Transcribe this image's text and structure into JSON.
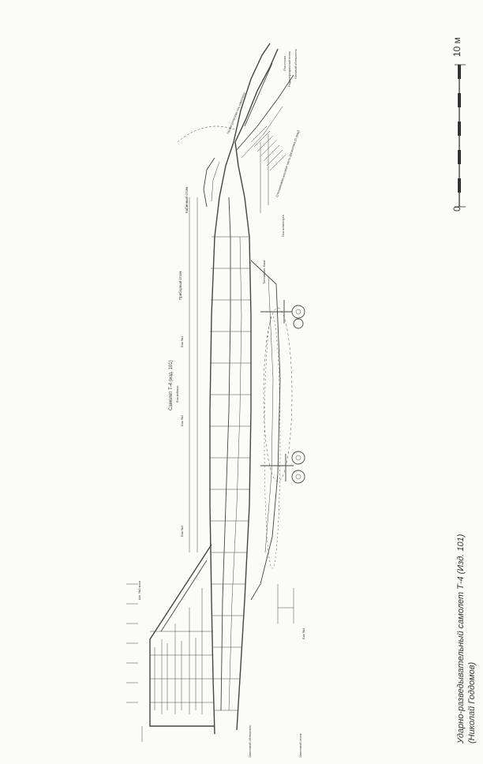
{
  "drawing": {
    "title": "Самолет Т-4 (изд. 101)",
    "title_sub": "Бок кабины",
    "captions": {
      "line1": "Ударно-разведывательный самолет Т-4 (Изд. 101)",
      "line2": "(Николай Годдомов)"
    },
    "labels": {
      "cabin_compartment": "Кабинный отсек",
      "instrument_compartment": "Приборный отсек",
      "radome": "Радиопрозрачный отсек",
      "nose_fairing": "Носовой обтекатель",
      "geom_axis": "Геометрическая ось самолета",
      "nose_tilt": "Отклоняемая носовая часть фюзеляжа (5 град)",
      "tank_top": "Топливные баки",
      "bak1": "Бак №1",
      "bak2": "Бак №2",
      "bak3": "Бак №3",
      "bak4": "Бак №4",
      "aft_fairing": "Хвостовой обтекатель",
      "tail_compartment": "Хвостовой отсек",
      "keel_station": "Шп. №0 киля",
      "frame_axis": "Ось шпангоута",
      "nose_axis": "Ось носка"
    },
    "scale": {
      "zero": "0",
      "ten": "10 м"
    }
  }
}
